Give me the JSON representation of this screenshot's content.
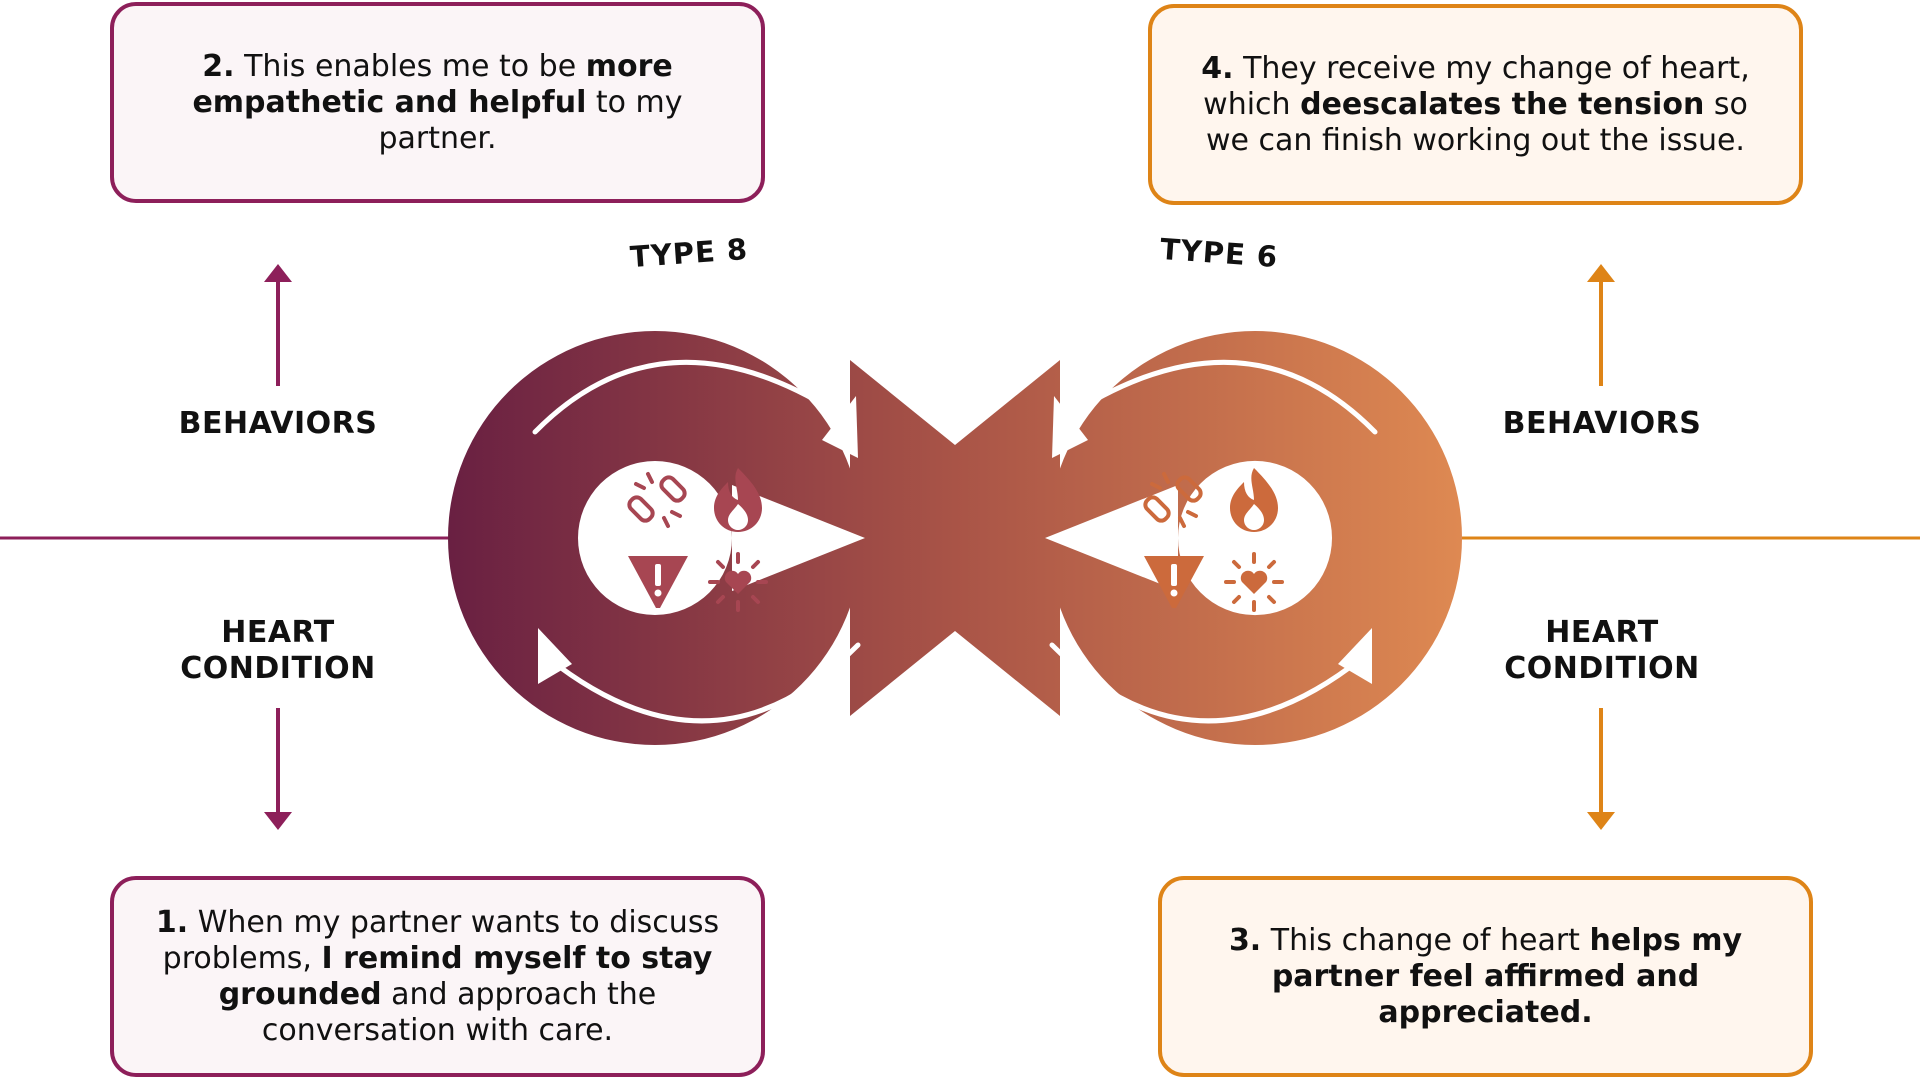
{
  "boxes": {
    "top_left": {
      "num": "2.",
      "t1": " This enables me to be ",
      "b1": "more empathetic and helpful",
      "t2": " to my partner."
    },
    "bottom_left": {
      "num": "1.",
      "t1": " When my partner wants to discuss problems, ",
      "b1": "I remind myself to stay grounded",
      "t2": " and approach the conversation with care."
    },
    "top_right": {
      "num": "4.",
      "t1": " They receive my change of heart, which ",
      "b1": "deescalates the tension",
      "t2": " so we can finish working out the issue."
    },
    "bottom_right": {
      "num": "3.",
      "t1": " This change of heart ",
      "b1": "helps my partner feel affirmed and appreciated.",
      "t2": ""
    }
  },
  "labels": {
    "type_left": "TYPE 8",
    "type_right": "TYPE 6",
    "behaviors_left": "BEHAVIORS",
    "behaviors_right": "BEHAVIORS",
    "heart_condition_left_1": "HEART",
    "heart_condition_left_2": "CONDITION",
    "heart_condition_right_1": "HEART",
    "heart_condition_right_2": "CONDITION"
  },
  "icons": [
    "broken-link-icon",
    "flame-icon",
    "warning-icon",
    "heart-burst-icon"
  ],
  "colors": {
    "plum": "#8d1f5a",
    "plum_dark": "#6a1f42",
    "orange": "#de8417",
    "orange_light": "#dd8a50",
    "icon_left": "#a74652",
    "icon_right": "#cc6a3c"
  }
}
